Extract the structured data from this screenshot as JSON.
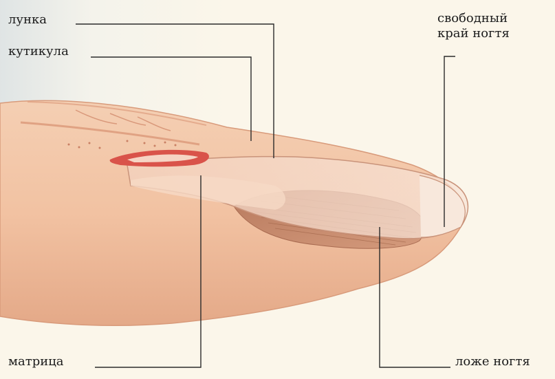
{
  "labels": {
    "lunka": "лунка",
    "kutikula": "кутикула",
    "free_edge_line1": "свободный",
    "free_edge_line2": "край ногтя",
    "matrix": "матрица",
    "nail_bed": "ложе ногтя"
  },
  "colors": {
    "background": "#fbf6ea",
    "skin": "#f2c4a3",
    "skin_shadow": "#e0a582",
    "nail": "#f6dcc8",
    "nail_bed": "#c98a6d",
    "matrix_red": "#d9534a",
    "line": "#2a2a2a"
  }
}
